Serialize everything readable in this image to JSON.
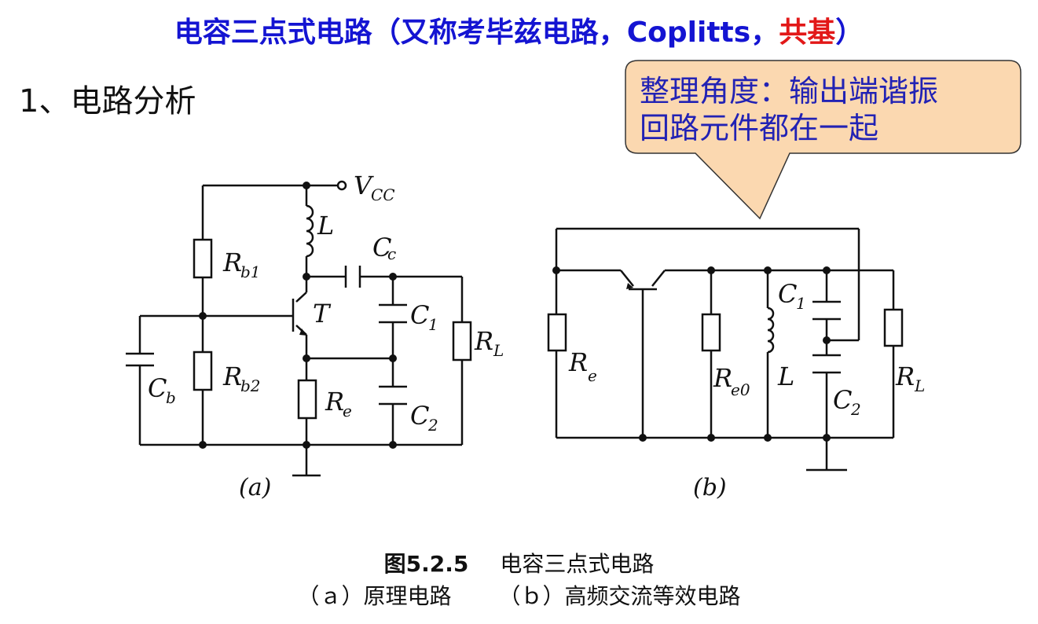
{
  "title": {
    "main": "电容三点式电路（又称考毕兹电路，Coplitts，",
    "highlight": "共基",
    "end": "）"
  },
  "heading": "1、电路分析",
  "callout": {
    "line1": "整理角度：输出端谐振",
    "line2": "回路元件都在一起"
  },
  "circuit_a": {
    "vcc": "V",
    "vcc_sub": "CC",
    "L": "L",
    "Cc": "C",
    "Cc_sub": "c",
    "Rb1": "R",
    "Rb1_sub": "b1",
    "T": "T",
    "C1": "C",
    "C1_sub": "1",
    "RL": "R",
    "RL_sub": "L",
    "Cb": "C",
    "Cb_sub": "b",
    "Rb2": "R",
    "Rb2_sub": "b2",
    "Re": "R",
    "Re_sub": "e",
    "C2": "C",
    "C2_sub": "2",
    "label": "(a)"
  },
  "circuit_b": {
    "Re": "R",
    "Re_sub": "e",
    "Re0": "R",
    "Re0_sub": "e0",
    "C1": "C",
    "C1_sub": "1",
    "L": "L",
    "C2": "C",
    "C2_sub": "2",
    "RL": "R",
    "RL_sub": "L",
    "label": "(b)"
  },
  "caption": {
    "fig_num": "图5.2.5",
    "fig_title": "电容三点式电路",
    "sub_a": "（ａ）原理电路",
    "sub_b": "（ｂ）高频交流等效电路"
  }
}
